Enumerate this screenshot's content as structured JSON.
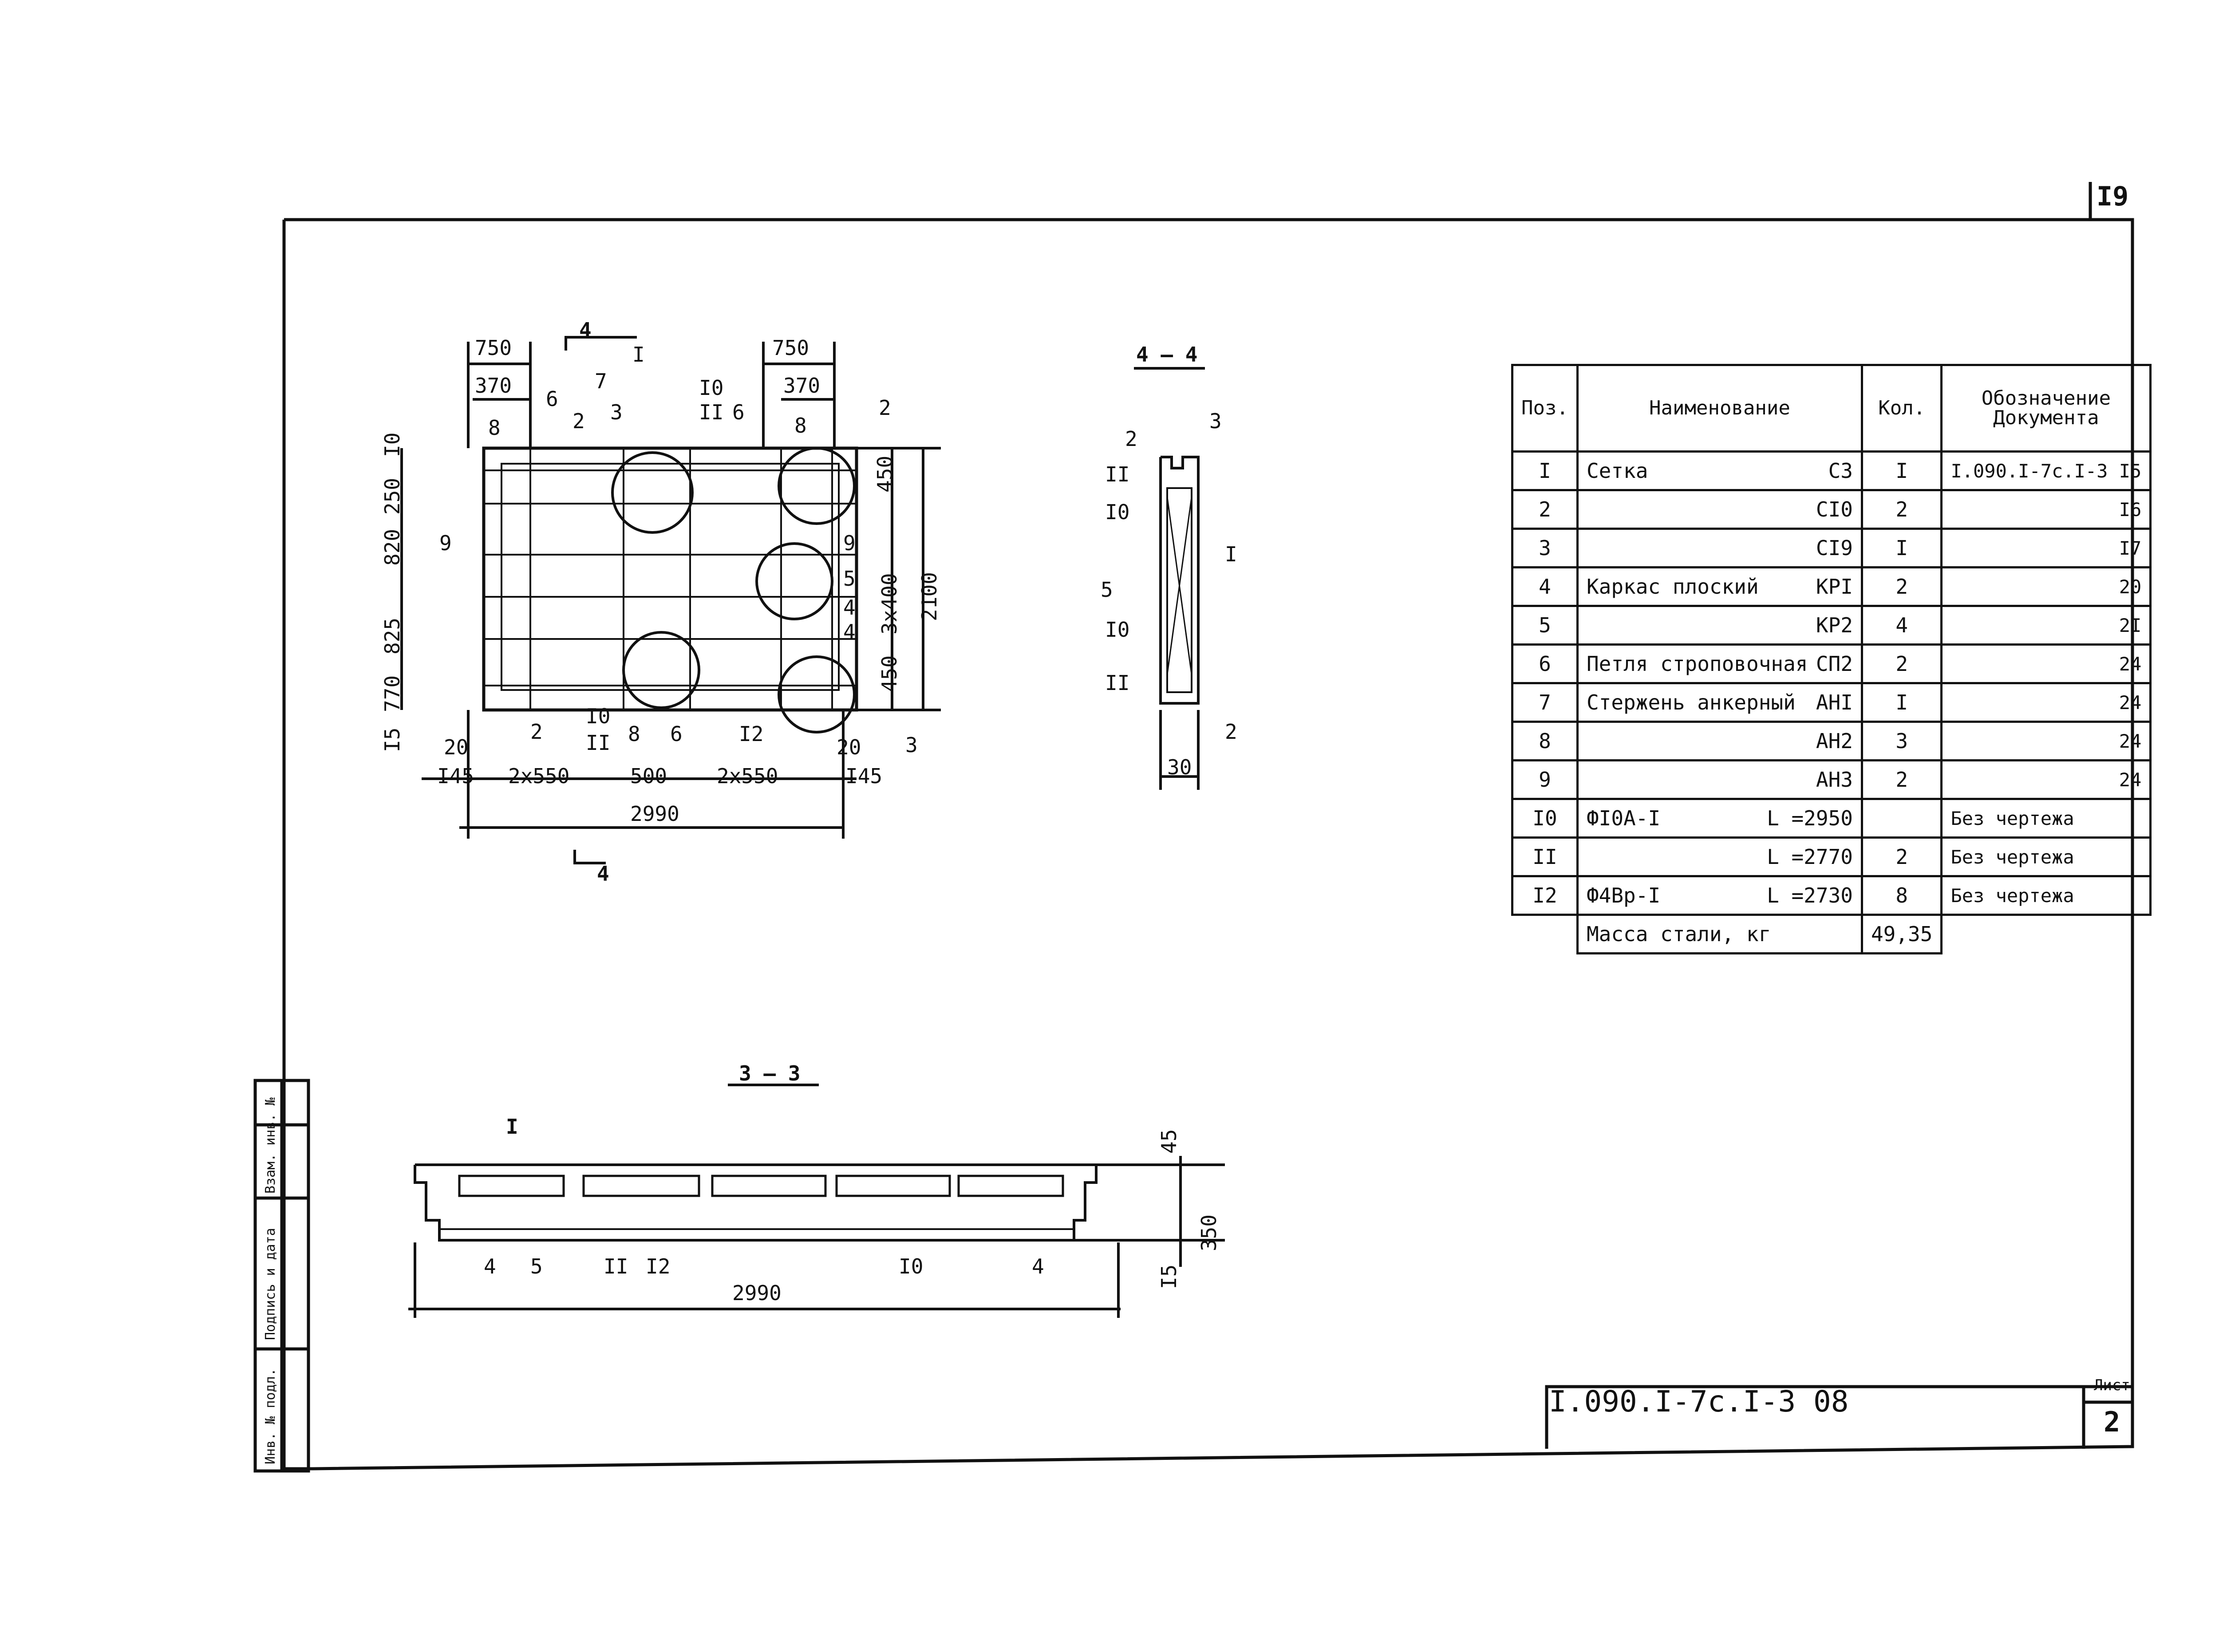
{
  "page_number": "I9",
  "plan_view": {
    "section_marker": "4",
    "top_dims": [
      "750",
      "370",
      "750",
      "370"
    ],
    "right_dims": [
      "450",
      "2100",
      "3x400",
      "450"
    ],
    "left_dims": [
      "I0",
      "250",
      "820",
      "825",
      "770",
      "I5"
    ],
    "bottom_dims": [
      "20",
      "20",
      "I45",
      "2x550",
      "500",
      "2x550",
      "I45",
      "2990"
    ],
    "callouts": [
      "I",
      "7",
      "6",
      "2",
      "3",
      "8",
      "I0",
      "II",
      "6",
      "8",
      "2",
      "9",
      "9",
      "5",
      "4",
      "4",
      "2",
      "I0",
      "II",
      "8",
      "6",
      "I2",
      "3"
    ]
  },
  "section_4_4": {
    "title": "4 – 4",
    "labels": [
      "2",
      "3",
      "II",
      "I0",
      "I",
      "5",
      "I0",
      "II",
      "2"
    ],
    "dim": "30"
  },
  "section_3_3": {
    "title": "3 – 3",
    "labels": [
      "I",
      "4",
      "5",
      "II",
      "I2",
      "I0",
      "4"
    ],
    "dims": [
      "45",
      "350",
      "I5",
      "2990"
    ]
  },
  "spec_table": {
    "headers": {
      "pos": "Поз.",
      "name": "Наименование",
      "qty": "Кол.",
      "doc": "Обозначение Документа"
    },
    "rows": [
      {
        "pos": "I",
        "name": "Сетка",
        "mark": "С3",
        "qty": "I",
        "doc": "I.090.I-7c.I-3  I5"
      },
      {
        "pos": "2",
        "name": "",
        "mark": "СI0",
        "qty": "2",
        "doc": "I6"
      },
      {
        "pos": "3",
        "name": "",
        "mark": "СI9",
        "qty": "I",
        "doc": "I7"
      },
      {
        "pos": "4",
        "name": "Каркас плоский",
        "mark": "КРI",
        "qty": "2",
        "doc": "20"
      },
      {
        "pos": "5",
        "name": "",
        "mark": "КР2",
        "qty": "4",
        "doc": "2I"
      },
      {
        "pos": "6",
        "name": "Петля строповочная",
        "mark": "СП2",
        "qty": "2",
        "doc": "24"
      },
      {
        "pos": "7",
        "name": "Стержень анкерный",
        "mark": "АНI",
        "qty": "I",
        "doc": "24"
      },
      {
        "pos": "8",
        "name": "",
        "mark": "АН2",
        "qty": "3",
        "doc": "24"
      },
      {
        "pos": "9",
        "name": "",
        "mark": "АН3",
        "qty": "2",
        "doc": "24"
      },
      {
        "pos": "I0",
        "name": "ФI0А-I",
        "mark": "L =2950",
        "qty": "",
        "doc": "Без чертежа"
      },
      {
        "pos": "II",
        "name": "",
        "mark": "L =2770",
        "qty": "2",
        "doc": "Без чертежа"
      },
      {
        "pos": "I2",
        "name": "Ф4Вр-I",
        "mark": "L =2730",
        "qty": "8",
        "doc": "Без чертежа"
      }
    ],
    "total_label": "Масса стали,  кг",
    "total_value": "49,35"
  },
  "side_stamp": [
    "Инв. № подл.",
    "Подпись и дата",
    "Взам. инв. №"
  ],
  "title_block": {
    "designation": "I.090.I-7с.I-3 08",
    "sheet_label": "Лист",
    "sheet_number": "2"
  }
}
